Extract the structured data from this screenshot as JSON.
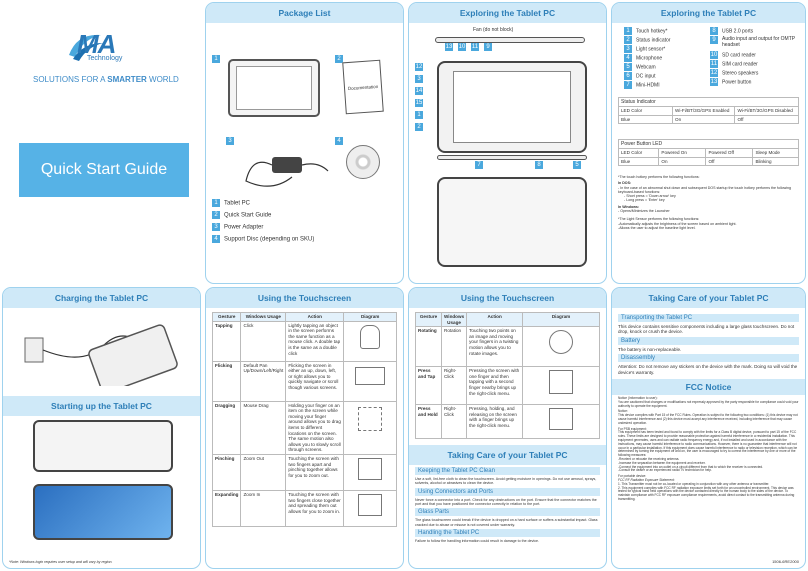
{
  "cover": {
    "logo_main": "MA",
    "logo_sub": "Technology",
    "tagline_pre": "SOLUTIONS FOR A ",
    "tagline_bold": "SMARTER",
    "tagline_post": " WORLD",
    "title": "Quick Start Guide"
  },
  "package": {
    "title": "Package List",
    "doc_label": "Documentation",
    "items": [
      "Tablet PC",
      "Quick Start Guide",
      "Power Adapter",
      "Support Disc (depending on SKU)"
    ],
    "nums": [
      "1",
      "2",
      "3",
      "4"
    ]
  },
  "explore1": {
    "title": "Exploring the Tablet PC",
    "fan_note": "Fan (do not block)",
    "callouts_top": [
      "13",
      "10",
      "11",
      "9"
    ],
    "callouts_left": [
      "12",
      "3",
      "14",
      "15",
      "1",
      "2"
    ],
    "callouts_bottom": [
      "7",
      "8",
      "5"
    ]
  },
  "explore2": {
    "title": "Exploring the Tablet PC",
    "ports_left": [
      {
        "n": "1",
        "label": "Touch hotkey*"
      },
      {
        "n": "2",
        "label": "Status indicator"
      },
      {
        "n": "3",
        "label": "Light sensor*"
      },
      {
        "n": "4",
        "label": "Microphone"
      },
      {
        "n": "5",
        "label": "Webcam"
      },
      {
        "n": "6",
        "label": "DC input"
      },
      {
        "n": "7",
        "label": "Mini-HDMI"
      }
    ],
    "ports_right": [
      {
        "n": "8",
        "label": "USB 2.0 ports"
      },
      {
        "n": "9",
        "label": "Audio input and output for OMTP headset"
      },
      {
        "n": "10",
        "label": "SD card reader"
      },
      {
        "n": "11",
        "label": "SIM card reader"
      },
      {
        "n": "12",
        "label": "Stereo speakers"
      },
      {
        "n": "13",
        "label": "Power button"
      }
    ],
    "status_title": "Status Indicator",
    "status_rows": [
      [
        "LED Color",
        "Wi-Fi/BT/3G/GPS Enabled",
        "Wi-Fi/BT/3G/GPS Disabled"
      ],
      [
        "Blue",
        "On",
        "Off"
      ]
    ],
    "power_title": "Power Button LED",
    "power_rows": [
      [
        "LED Color",
        "Powered On",
        "Powered Off",
        "Sleep Mode"
      ],
      [
        "Blue",
        "On",
        "Off",
        "Blinking"
      ]
    ],
    "notes": [
      "*The touch hotkey performs the following functions:",
      "In DOS:",
      "- In the case of an abnormal shut down and subsequent DOS startup the touch hotkey performs the following keyboard-based functions:",
      "- Short press = 'Down arrow' key",
      "- Long press = 'Enter' key",
      "In Windows:",
      "- Opens/Minimizes the Launcher",
      "*The Light Sensor performs the following functions:",
      "-Automatically adjusts the brightness of the screen based on ambient light.",
      "-Allows the user to adjust the baseline light level."
    ]
  },
  "charging": {
    "title": "Charging the Tablet PC",
    "starting_title": "Starting up the Tablet PC",
    "note": "*Note: Windows login requires user setup and will vary by region."
  },
  "touch1": {
    "title": "Using the Touchscreen",
    "headers": [
      "Gesture",
      "Windows Usage",
      "Action",
      "Diagram"
    ],
    "rows": [
      [
        "Tapping",
        "Click",
        "Lightly tapping an object in the screen performs the same function as a mouse click. A double tap is the same as a double click"
      ],
      [
        "Flicking",
        "Default Pan Up/Down/Left/Right",
        "Flicking the screen in either an up, down, left, or right allows you to quickly navigate or scroll though various screens."
      ],
      [
        "Dragging",
        "Mouse Drag",
        "Holding your finger on an item on the screen while moving your finger around allows you to drag items to different locations on the screen. The same motion also allows you to slowly scroll through screens."
      ],
      [
        "Pinching",
        "Zoom Out",
        "Touching the screen with two fingers apart and pinching together allows for you to zoom out."
      ],
      [
        "Expanding",
        "Zoom In",
        "Touching the screen with two fingers close together and spreading them out allows for you to zoom in."
      ]
    ]
  },
  "touch2": {
    "title": "Using the Touchscreen",
    "headers": [
      "Gesture",
      "Windows Usage",
      "Action",
      "Diagram"
    ],
    "rows": [
      [
        "Rotating",
        "Rotation",
        "Touching two points on an image and moving your fingers in a twisting motion allows you to rotate images."
      ],
      [
        "Press and Tap",
        "Right-Click",
        "Pressing the screen with one finger and then tapping with a second finger nearby brings up the right-click menu."
      ],
      [
        "Press and Hold",
        "Right-Click",
        "Pressing, holding, and releasing on the screen with a finger brings up the right-click menu."
      ]
    ],
    "care_title": "Taking Care of your Tablet PC",
    "care": [
      {
        "h": "Keeping the Tablet PC Clean",
        "p": "Use a soft, lint-free cloth to clean the touchscreen. Avoid getting moisture in openings. Do not use aerosol, sprays, solvents, alcohol or abrasives to clean the device."
      },
      {
        "h": "Using Connectors and Ports",
        "p": "Never force a connector into a port. Check for any obstructions on the port. Ensure that the connector matches the port and that you have positioned the connector correctly in relation to the port."
      },
      {
        "h": "Glass Parts",
        "p": "The glass touchscreen could break if the device is dropped on a hard surface or suffers a substantial impact. Glass cracked due to abuse or misuse is not covered under warranty."
      },
      {
        "h": "Handling the Tablet PC",
        "p": "Failure to follow the handling information could result in damage to the device."
      }
    ]
  },
  "care2": {
    "title": "Taking Care of your Tablet PC",
    "sections": [
      {
        "h": "Transporting the Tablet PC",
        "p": "This device contains sensitive components including a large glass touchscreen. Do not drop, knock or crush the device."
      },
      {
        "h": "Battery",
        "p": "The battery is non-replaceable."
      },
      {
        "h": "Disassembly",
        "p": "Attention: Do not remove any stickers on the device with the mark. Doing so will void the device's warranty."
      }
    ],
    "fcc_title": "FCC Notice",
    "fcc": [
      "Notice (Information to user):",
      "You are cautioned that changes or modifications not expressly approved by the party responsible for compliance could void your authority to operate the equipment.",
      "Notice:",
      "This device complies with Part 15 of the FCC Rules. Operation is subject to the following two conditions: (1) this device may not cause harmful interference and (2) this device must accept any interference received, including interference that may cause undesired operation.",
      "For PSB equipment:",
      "This equipment has been tested and found to comply with the limits for a Class B digital device, pursuant to part 15 of the FCC rules. These limits are designed to provide reasonable protection against harmful interference in a residential installation. This equipment generates, uses and can radiate radio frequency energy and, if not installed and used in accordance with the instructions, may cause harmful interference to radio communications. However, there is no guarantee that interference will not occur in a particular installation. If this equipment does cause harmful interference to radio or television reception, which can be determined by turning the equipment off and on, the user is encouraged to try to correct the interference by one or more of the following measures:",
      "-Reorient or relocate the receiving antenna.",
      "-Increase the separation between the equipment and receiver.",
      "-Connect the equipment into an outlet on a circuit different from that to which the receiver is connected.",
      "-Consult the dealer or an experienced radio/TV technician for help.",
      "For portable device:",
      "FCC RF Radiation Exposure Statement:",
      "1. This Transmitter must not be co-located or operating in conjunction with any other antenna or transmitter.",
      "2. This equipment complies with FCC RF radiation exposure limits set forth for an uncontrolled environment. This device was tested for typical hand held operations with the device contacted directly to the human body to the sides of the device. To maintain compliance with FCC RF exposure compliance requirements, avoid direct contact to the transmitting antenna during transmitting."
    ],
    "part_no": "1506-6RE2000"
  }
}
